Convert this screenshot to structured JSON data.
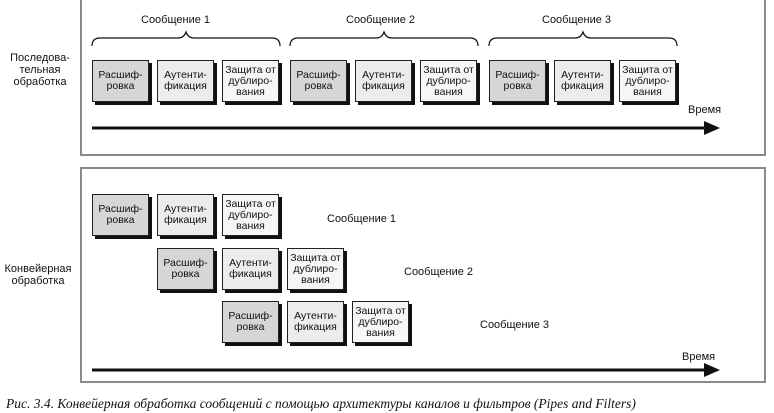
{
  "sequential": {
    "row_label": "Последова-\nтельная\nобработка",
    "messages": [
      {
        "label": "Сообщение 1",
        "stages": [
          "Расшиф-\nровка",
          "Аутенти-\nфикация",
          "Защита от\nдублиро-\nвания"
        ]
      },
      {
        "label": "Сообщение 2",
        "stages": [
          "Расшиф-\nровка",
          "Аутенти-\nфикация",
          "Защита от\nдублиро-\nвания"
        ]
      },
      {
        "label": "Сообщение 3",
        "stages": [
          "Расшиф-\nровка",
          "Аутенти-\nфикация",
          "Защита от\nдублиро-\nвания"
        ]
      }
    ],
    "time_label": "Время"
  },
  "pipelined": {
    "row_label": "Конвейерная\nобработка",
    "messages": [
      {
        "label": "Сообщение 1",
        "stages": [
          "Расшиф-\nровка",
          "Аутенти-\nфикация",
          "Защита от\nдублиро-\nвания"
        ]
      },
      {
        "label": "Сообщение 2",
        "stages": [
          "Расшиф-\nровка",
          "Аутенти-\nфикация",
          "Защита от\nдублиро-\nвания"
        ]
      },
      {
        "label": "Сообщение 3",
        "stages": [
          "Расшиф-\nровка",
          "Аутенти-\nфикация",
          "Защита от\nдублиро-\nвания"
        ]
      }
    ],
    "time_label": "Время"
  },
  "caption": "Рис. 3.4. Конвейерная обработка сообщений с помощью архитектуры каналов и фильтров (Pipes and Filters)"
}
